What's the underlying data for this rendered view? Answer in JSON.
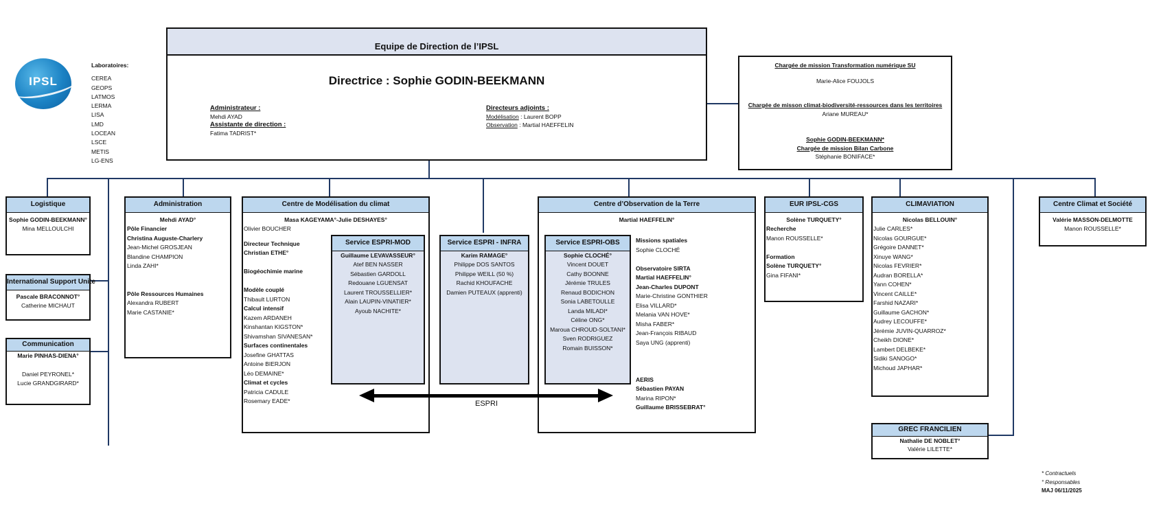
{
  "logo": {
    "text": "IPSL",
    "color": "#1b82c4"
  },
  "labs": {
    "title": "Laboratoires:",
    "items": [
      "CEREA",
      "GEOPS",
      "LATMOS",
      "LERMA",
      "LISA",
      "LMD",
      "LOCEAN",
      "LSCE",
      "METIS",
      "LG-ENS"
    ]
  },
  "direction": {
    "title": "Equipe de Direction de l’IPSL",
    "director": "Directrice : Sophie GODIN-BEEKMANN",
    "admin_label": "Administrateur :",
    "admin_name": "Mehdi AYAD",
    "assistant_label": "Assistante de direction :",
    "assistant_name": "Fatima TADRIST*",
    "deputies_label": "Directeurs adjoints :",
    "modelisation_label": "Modélisation",
    "modelisation_name": ": Laurent BOPP",
    "observation_label": "Observation",
    "observation_name": ": Martial HAEFFELIN"
  },
  "missions": {
    "m1_title": "Chargée de mission Transformation numérique SU",
    "m1_name": "Marie-Alice FOUJOLS",
    "m2_title": "Chargée de misson climat-biodiversité-ressources dans les territoires",
    "m2_name": "Ariane MUREAU*",
    "m3_name_u": "Sophie GODIN-BEEKMANN*",
    "m3_title": "Chargée de mission Bilan Carbone",
    "m3_name": "Stéphanie BONIFACE*"
  },
  "logistique": {
    "title": "Logistique",
    "lines": [
      "Sophie GODIN-BEEKMANN°",
      "Mina MELLOULCHI"
    ]
  },
  "isu": {
    "title": "International Support Unite",
    "lines": [
      "Pascale BRACONNOT°",
      "Catherine MICHAUT"
    ]
  },
  "communication": {
    "title": "Communication",
    "lines": [
      "Marie PINHAS-DIENA°",
      "",
      "Daniel PEYRONEL*",
      "Lucie GRANDGIRARD*"
    ]
  },
  "administration": {
    "title": "Administration",
    "head": "Mehdi AYAD°",
    "lines": [
      "Pôle Financier",
      "Christina Auguste-Charlery",
      "Jean-Michel GROSJEAN",
      "Blandine CHAMPION",
      "Linda ZAHI*",
      "",
      "",
      "Pôle Ressources Humaines",
      "Alexandra RUBERT",
      "Marie CASTANIE*"
    ]
  },
  "cmc": {
    "title": "Centre de Modélisation du climat",
    "head": "Masa KAGEYAMA°-Julie DESHAYES°",
    "lines": [
      "Olivier BOUCHER",
      "",
      "Directeur Technique",
      "Christian ETHE°",
      "",
      "Biogéochimie marine",
      "",
      "Modèle couplé",
      "Thibault LURTON",
      "Calcul intensif",
      "Kazem ARDANEH",
      "Kinshantan KIGSTON*",
      "Shivamshan SIVANESAN*",
      "Surfaces continentales",
      "Josefine GHATTAS",
      "Antoine BIERJON",
      "Léo DEMAINE*",
      "Climat et cycles",
      "Patricia CADULE",
      "Rosemary EADE*"
    ]
  },
  "espri_mod": {
    "title": "Service ESPRI-MOD",
    "lines": [
      "Guillaume LEVAVASSEUR°",
      "Atef BEN NASSER",
      "Sébastien GARDOLL",
      "Redouane LGUENSAT",
      "Laurent TROUSSELLIER*",
      "Alain LAUPIN-VINATIER*",
      "Ayoub NACHITE*"
    ]
  },
  "espri_infra": {
    "title": "Service ESPRI - INFRA",
    "lines": [
      "Karim RAMAGE°",
      "Philippe DOS SANTOS",
      "Philippe WEILL (50 %)",
      "Rachid KHOUFACHE",
      "Damien PUTEAUX (apprenti)"
    ]
  },
  "espri_obs": {
    "title": "Service ESPRI-OBS",
    "lines": [
      "Sophie CLOCHÉ°",
      "Vincent DOUET",
      "Cathy BOONNE",
      "Jérémie TRULES",
      "Renaud BODICHON",
      "Sonia LABETOULLE",
      "Landa MILADI*",
      "Céline ONG*",
      "Maroua CHROUD-SOLTANI*",
      "Sven RODRIGUEZ",
      "Romain BUISSON*"
    ]
  },
  "espri_label": "ESPRI",
  "cot": {
    "title": "Centre d’Observation de la Terre",
    "head": "Martial HAEFFELIN°",
    "lines": [
      "Missions spatiales",
      "Sophie CLOCHÉ",
      "",
      "Observatoire SIRTA",
      "Martial HAEFFELIN°",
      "Jean-Charles DUPONT",
      "Marie-Christine GONTHIER",
      "Elisa VILLARD*",
      "Melania VAN HOVE*",
      "Misha FABER*",
      "Jean-François RIBAUD",
      "Saya UNG (apprenti)",
      "",
      "",
      "",
      "AERIS",
      "Sébastien PAYAN",
      "Marina RIPON*",
      "Guillaume BRISSEBRAT°"
    ]
  },
  "eur": {
    "title": "EUR IPSL-CGS",
    "head": "Solène TURQUETY°",
    "lines": [
      "Recherche",
      "Manon ROUSSELLE*",
      "",
      "Formation",
      "Solène TURQUETY°",
      "Gina FIFANI*"
    ]
  },
  "climaviation": {
    "title": "CLIMAVIATION",
    "head": "Nicolas BELLOUIN°",
    "lines": [
      "Julie CARLES*",
      "Nicolas GOURGUE*",
      "Grégoire DANNET*",
      "Xinuye WANG*",
      "Nicolas FEVRIER*",
      "Audran BORELLA*",
      "Yann COHEN*",
      "Vincent CAILLE*",
      "Farshid NAZARI*",
      "Guillaume GACHON*",
      "Audrey LECOUFFE*",
      "Jérémie JUVIN-QUARROZ*",
      "Cheikh DIONE*",
      "Lambert DELBEKE*",
      "Sidiki SANOGO*",
      "Michoud JAPHAR*"
    ]
  },
  "grec": {
    "title": "GREC FRANCILIEN",
    "lines": [
      "Nathalie DE NOBLET°",
      "Valérie LILETTE*"
    ]
  },
  "ccs": {
    "title": "Centre Climat et Société",
    "lines": [
      "Valérie MASSON-DELMOTTE",
      "Manon ROUSSELLE*"
    ]
  },
  "legend": {
    "l1": "* Contractuels",
    "l2": "° Responsables",
    "l3": "MAJ 06/11/2025"
  },
  "colors": {
    "header": "#bdd7ee",
    "inner": "#dde3f0",
    "lines": "#1f3864"
  }
}
